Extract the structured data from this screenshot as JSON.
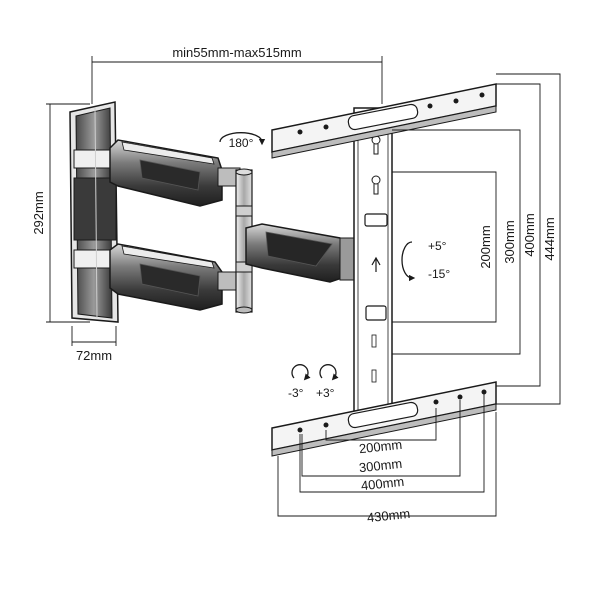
{
  "dimensions": {
    "arm_extension": "min55mm-max515mm",
    "wall_plate_height": "292mm",
    "wall_plate_depth": "72mm",
    "horizontal_200": "200mm",
    "horizontal_300": "300mm",
    "horizontal_400": "400mm",
    "horizontal_430": "430mm",
    "vertical_200": "200mm",
    "vertical_300": "300mm",
    "vertical_400": "400mm",
    "vertical_444": "444mm"
  },
  "rotation": {
    "swivel": "180°",
    "tilt_up": "+5°",
    "tilt_down": "-15°",
    "level_minus": "-3°",
    "level_plus": "+3°"
  },
  "colors": {
    "line": "#1a1a1a",
    "metal_dark": "#2b2b2b",
    "metal_mid": "#6e6e6e",
    "metal_light": "#bdbdbd",
    "background": "#ffffff"
  }
}
